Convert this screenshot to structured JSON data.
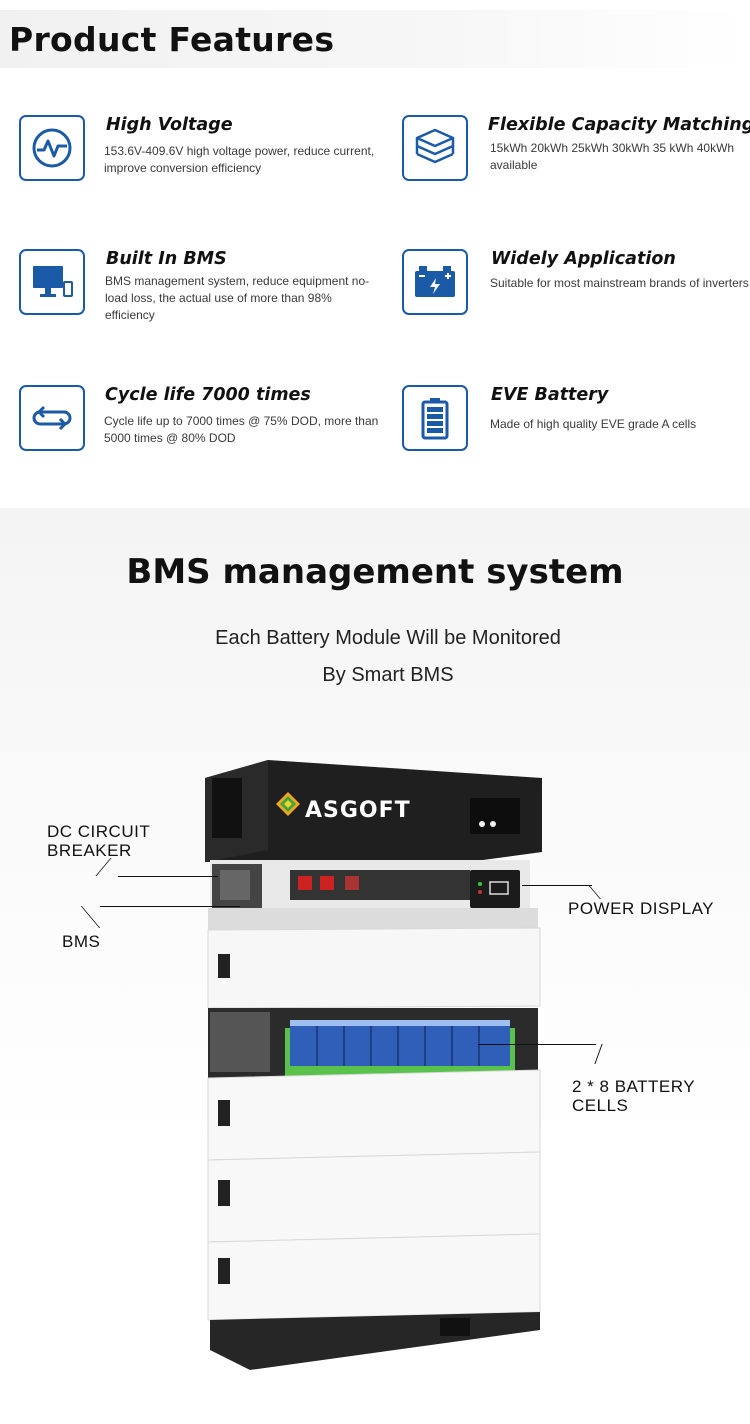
{
  "header": {
    "title": "Product Features"
  },
  "features": [
    {
      "title": "High Voltage",
      "desc": "153.6V-409.6V high voltage power, reduce current, improve conversion efficiency",
      "icon": "voltage-icon"
    },
    {
      "title": "Flexible Capacity Matching",
      "desc": "15kWh 20kWh 25kWh 30kWh 35 kWh 40kWh available",
      "icon": "layers-icon"
    },
    {
      "title": "Built In BMS",
      "desc": "BMS management system, reduce equipment no-load loss, the actual use of more than 98% efficiency",
      "icon": "monitor-icon"
    },
    {
      "title": "Widely Application",
      "desc": "Suitable for most mainstream brands of inverters",
      "icon": "car-battery-icon"
    },
    {
      "title": "Cycle life 7000 times",
      "desc": "Cycle life up to 7000 times @ 75% DOD, more than 5000 times @ 80% DOD",
      "icon": "cycle-icon"
    },
    {
      "title": "EVE Battery",
      "desc": "Made of high quality EVE grade A cells",
      "icon": "battery-icon"
    }
  ],
  "bms": {
    "title": "BMS management system",
    "subtitle1": "Each Battery Module Will be Monitored",
    "subtitle2": "By Smart BMS",
    "brand": "ASGOFT",
    "callouts": {
      "dc_breaker_1": "DC CIRCUIT",
      "dc_breaker_2": "BREAKER",
      "bms": "BMS",
      "power_display": "POWER DISPLAY",
      "cells_1": "2 * 8 BATTERY",
      "cells_2": "CELLS"
    }
  },
  "colors": {
    "accent_blue": "#1b5aa6",
    "cell_blue": "#2f5fb8",
    "cell_green": "#58c24a",
    "dark": "#1f1f1f"
  }
}
